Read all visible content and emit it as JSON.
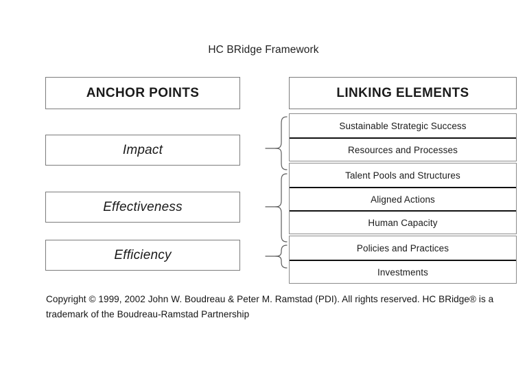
{
  "title": "HC BRidge Framework",
  "anchor_column": {
    "header": "ANCHOR POINTS",
    "items": [
      {
        "label": "Impact"
      },
      {
        "label": "Effectiveness"
      },
      {
        "label": "Efficiency"
      }
    ]
  },
  "linking_column": {
    "header": "LINKING ELEMENTS",
    "groups": [
      {
        "anchor": "Impact",
        "rows": [
          {
            "label": "Sustainable Strategic Success"
          },
          {
            "label": "Resources and Processes"
          }
        ]
      },
      {
        "anchor": "Effectiveness",
        "rows": [
          {
            "label": "Talent Pools and Structures"
          },
          {
            "label": "Aligned Actions"
          },
          {
            "label": "Human Capacity"
          }
        ]
      },
      {
        "anchor": "Efficiency",
        "rows": [
          {
            "label": "Policies and Practices"
          },
          {
            "label": "Investments"
          }
        ]
      }
    ]
  },
  "connectors": [
    {
      "name": "brace-impact"
    },
    {
      "name": "brace-effectiveness"
    },
    {
      "name": "brace-efficiency"
    }
  ],
  "copyright": {
    "line1": "Copyright © 1999, 2002 John W. Boudreau & Peter M. Ramstad (PDI). All rights reserved. HC BRidge®",
    "line2": "is a trademark of the Boudreau-Ramstad Partnership"
  },
  "colors": {
    "background": "#ffffff",
    "text": "#1a1a1a",
    "box_border": "#7b7b7b",
    "row_separator": "#101010",
    "brace": "#5a5a5a"
  }
}
